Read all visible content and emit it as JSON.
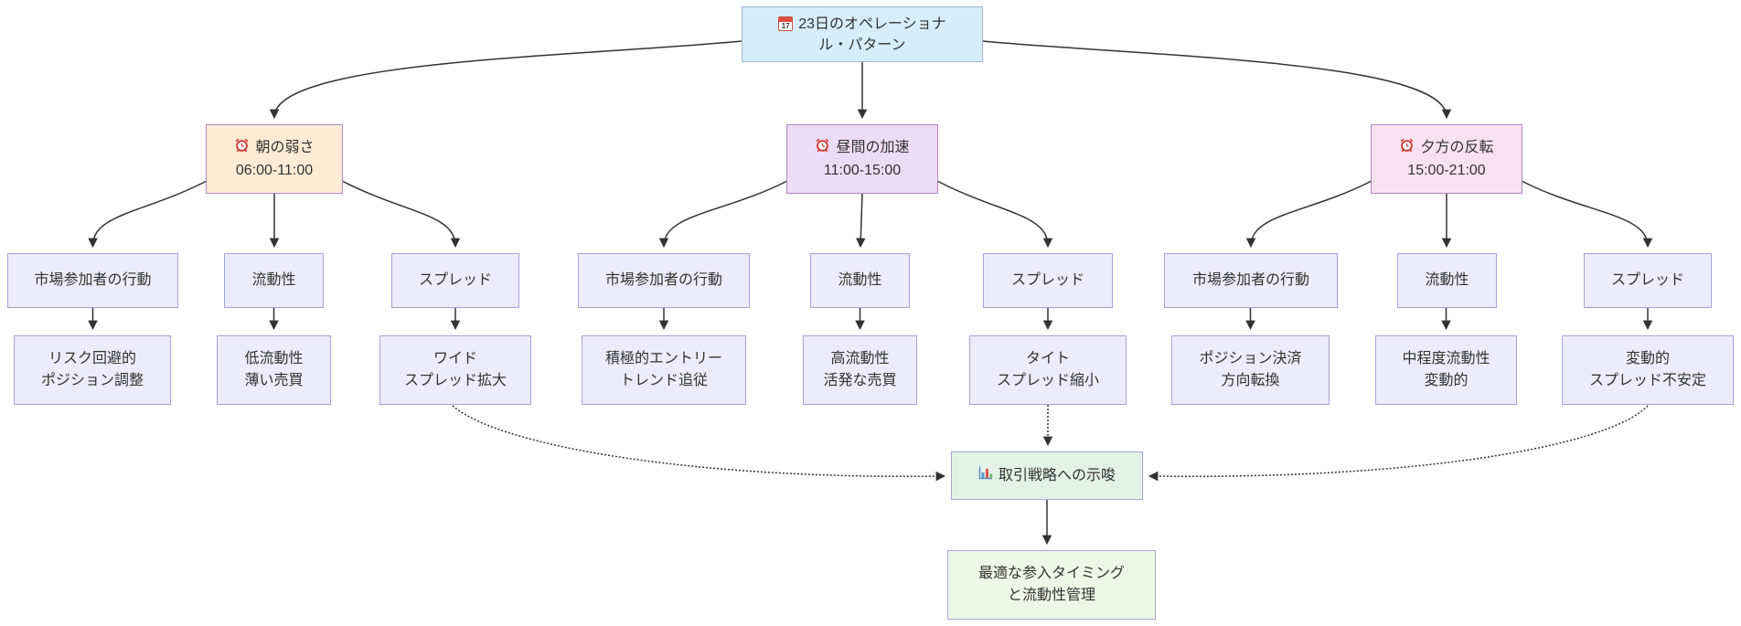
{
  "diagram": {
    "type": "flowchart",
    "root": {
      "icon": "calendar-icon",
      "lines": [
        "23日のオペレーショナ",
        "ル・パターン"
      ]
    },
    "periods": [
      {
        "icon": "alarm-clock-icon",
        "title": "朝の弱さ",
        "time": "06:00-11:00",
        "children": [
          {
            "label": "市場参加者の行動",
            "detail": [
              "リスク回避的",
              "ポジション調整"
            ]
          },
          {
            "label": "流動性",
            "detail": [
              "低流動性",
              "薄い売買"
            ]
          },
          {
            "label": "スプレッド",
            "detail": [
              "ワイド",
              "スプレッド拡大"
            ]
          }
        ]
      },
      {
        "icon": "alarm-clock-icon",
        "title": "昼間の加速",
        "time": "11:00-15:00",
        "children": [
          {
            "label": "市場参加者の行動",
            "detail": [
              "積極的エントリー",
              "トレンド追従"
            ]
          },
          {
            "label": "流動性",
            "detail": [
              "高流動性",
              "活発な売買"
            ]
          },
          {
            "label": "スプレッド",
            "detail": [
              "タイト",
              "スプレッド縮小"
            ]
          }
        ]
      },
      {
        "icon": "alarm-clock-icon",
        "title": "夕方の反転",
        "time": "15:00-21:00",
        "children": [
          {
            "label": "市場参加者の行動",
            "detail": [
              "ポジション決済",
              "方向転換"
            ]
          },
          {
            "label": "流動性",
            "detail": [
              "中程度流動性",
              "変動的"
            ]
          },
          {
            "label": "スプレッド",
            "detail": [
              "変動的",
              "スプレッド不安定"
            ]
          }
        ]
      }
    ],
    "strategy": {
      "icon": "bar-chart-icon",
      "label": "取引戦略への示唆"
    },
    "conclusion": {
      "lines": [
        "最適な参入タイミング",
        "と流動性管理"
      ]
    },
    "palette": {
      "edge": "#333333",
      "text": "#333333",
      "root_fill": "#d7eefa",
      "root_stroke": "#9fb6d8",
      "morning_fill": "#fdecd4",
      "midday_fill": "#ecdcf5",
      "evening_fill": "#f9e2ef",
      "period_stroke": "#b186c8",
      "item_fill": "#ececfc",
      "item_stroke": "#a6a3d8",
      "strategy_fill": "#e3f2e7",
      "strategy_stroke": "#a6a3d8",
      "conclusion_fill": "#eef7e5",
      "conclusion_stroke": "#a6a3d8"
    }
  }
}
